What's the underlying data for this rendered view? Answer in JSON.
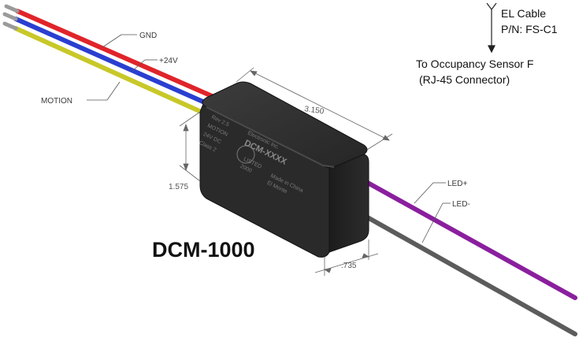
{
  "product_name": "DCM-1000",
  "module": {
    "model_text": "DCM-XXXX",
    "brand_text": "Electronic Inc.",
    "rev_text": "Rev 2.5",
    "label_lines": [
      "MOTION",
      "24V DC",
      "Class 2",
      "LISTED",
      "2000",
      "Made in China",
      "El Monte"
    ]
  },
  "wires": {
    "gnd_label": "GND",
    "power_label": "+24V",
    "motion_label": "MOTION",
    "led_plus_label": "LED+",
    "led_minus_label": "LED-"
  },
  "dimensions": {
    "length": "3.150",
    "height": "1.575",
    "depth": ".735"
  },
  "cable": {
    "name": "EL Cable",
    "part_number": "P/N: FS-C1",
    "destination_line1": "To Occupancy Sensor F",
    "destination_line2": "(RJ-45 Connector)"
  },
  "colors": {
    "red_wire": "#e0242a",
    "blue_wire": "#2a3fd0",
    "yellow_wire": "#c8c829",
    "led_plus_wire": "#8a1f9e",
    "led_minus_wire": "#5c5c5c",
    "module_body": "#2f2f2f"
  }
}
